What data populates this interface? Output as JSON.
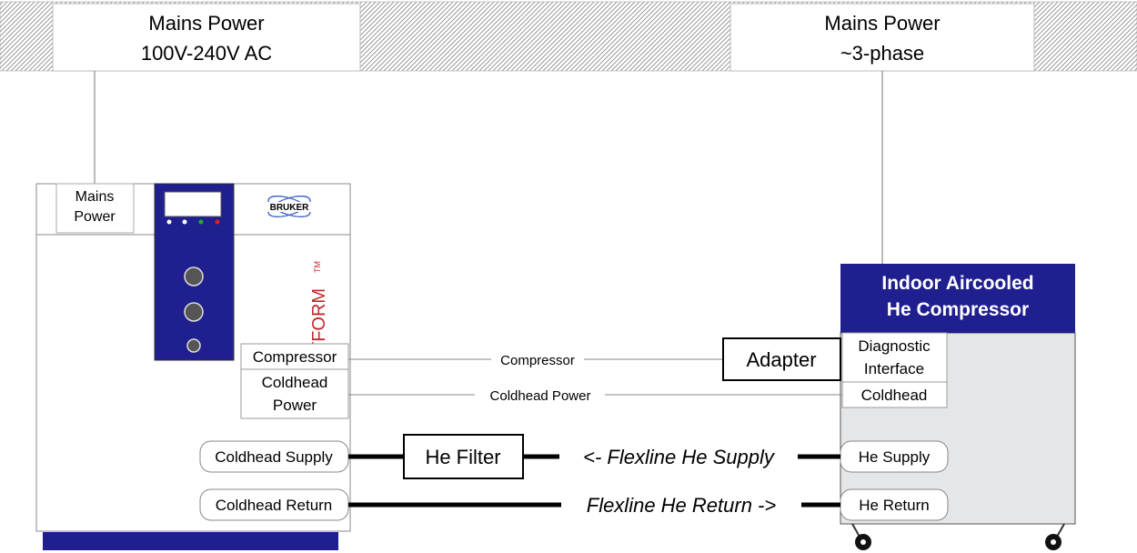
{
  "mains_left": {
    "line1": "Mains Power",
    "line2": "100V-240V AC"
  },
  "mains_right": {
    "line1": "Mains Power",
    "line2": "~3-phase"
  },
  "controller": {
    "mains_power_line1": "Mains",
    "mains_power_line2": "Power",
    "brand": "BRUKER",
    "vertical_text": "TFORM",
    "vertical_text_partial": "O",
    "trademark": "TM",
    "ports": {
      "compressor": "Compressor",
      "coldhead_power_line1": "Coldhead",
      "coldhead_power_line2": "Power",
      "coldhead_supply": "Coldhead Supply",
      "coldhead_return": "Coldhead Return"
    }
  },
  "compressor_unit": {
    "title_line1": "Indoor Aircooled",
    "title_line2": "He Compressor",
    "ports": {
      "diagnostic_line1": "Diagnostic",
      "diagnostic_line2": "Interface",
      "coldhead": "Coldhead",
      "he_supply": "He Supply",
      "he_return": "He Return"
    }
  },
  "adapter": "Adapter",
  "he_filter": "He Filter",
  "connections": {
    "compressor_cable": "Compressor",
    "coldhead_power_cable": "Coldhead Power",
    "supply_line": "<- Flexline He Supply",
    "return_line": "Flexline He Return ->"
  },
  "colors": {
    "navy": "#1f1f8f",
    "compressor_body": "#e4e6e8",
    "brand_red": "#c0282c",
    "hatch": "#8c8c8c"
  }
}
